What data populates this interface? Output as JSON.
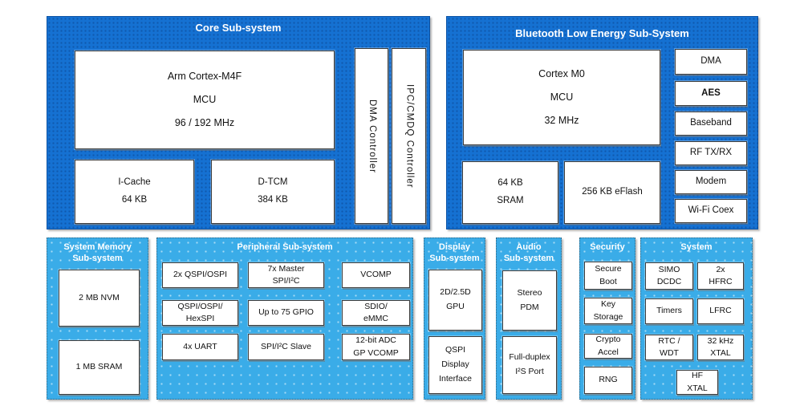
{
  "colors": {
    "panel_dark": "#1571d2",
    "panel_light": "#3aace8",
    "box_border": "#3d3d3d"
  },
  "diagram": {
    "core": {
      "title": "Core Sub-system",
      "mcu": "Arm Cortex-M4F\nMCU\n96 / 192 MHz",
      "icache": "I-Cache\n64 KB",
      "dtcm": "D-TCM\n384 KB",
      "dma_controller": "DMA Controller",
      "ipc_controller": "IPC/CMDQ Controller"
    },
    "ble": {
      "title": "Bluetooth Low Energy Sub-System",
      "mcu": "Cortex M0\nMCU\n32 MHz",
      "sram": "64 KB\nSRAM",
      "eflash": "256 KB eFlash",
      "blocks": [
        "DMA",
        "AES",
        "Baseband",
        "RF TX/RX",
        "Modem",
        "Wi-Fi Coex"
      ]
    },
    "system_memory": {
      "title": "System Memory\nSub-system",
      "nvm": "2 MB NVM",
      "sram": "1 MB SRAM"
    },
    "peripheral": {
      "title": "Peripheral Sub-system",
      "blocks": [
        "2x QSPI/OSPI",
        "7x Master\nSPI/I²C",
        "VCOMP",
        "QSPI/OSPI/\nHexSPI",
        "Up to 75 GPIO",
        "SDIO/\neMMC",
        "4x UART",
        "SPI/I²C Slave",
        "12-bit ADC\nGP VCOMP"
      ]
    },
    "display": {
      "title": "Display\nSub-system",
      "gpu": "2D/2.5D\nGPU",
      "qspi_display": "QSPI\nDisplay\nInterface"
    },
    "audio": {
      "title": "Audio\nSub-system",
      "stereo_pdm": "Stereo\nPDM",
      "i2s": "Full-duplex\nI²S Port"
    },
    "security": {
      "title": "Security",
      "blocks": [
        "Secure\nBoot",
        "Key\nStorage",
        "Crypto\nAccel",
        "RNG"
      ]
    },
    "system": {
      "title": "System",
      "blocks": [
        "SIMO\nDCDC",
        "2x\nHFRC",
        "Timers",
        "LFRC",
        "RTC /\nWDT",
        "32 kHz\nXTAL",
        "HF\nXTAL"
      ]
    }
  }
}
